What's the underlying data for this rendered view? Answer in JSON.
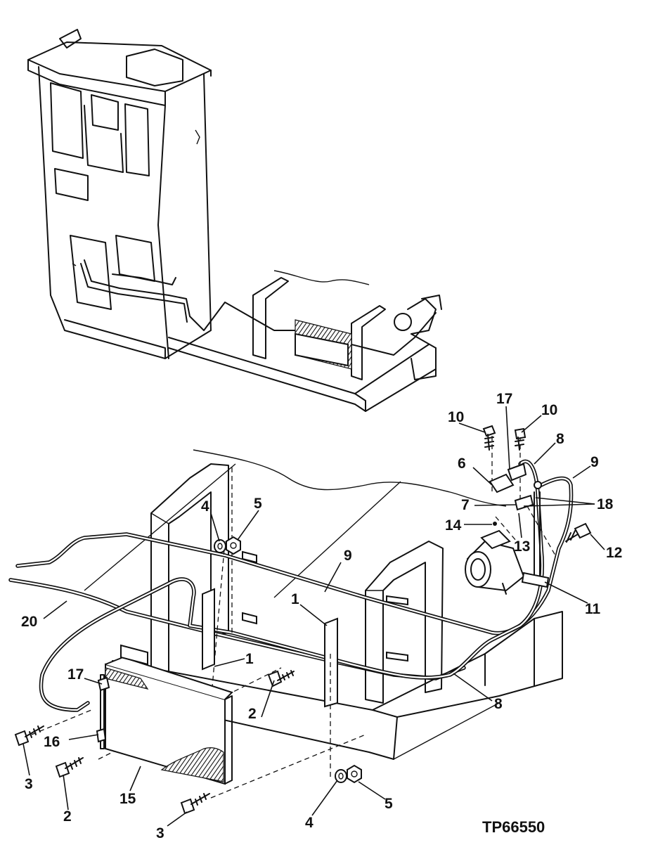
{
  "figure_code": "TP66550",
  "callouts": {
    "c1a": "1",
    "c1b": "1",
    "c2a": "2",
    "c2b": "2",
    "c3a": "3",
    "c3b": "3",
    "c4a": "4",
    "c4b": "4",
    "c5a": "5",
    "c5b": "5",
    "c6": "6",
    "c7": "7",
    "c8a": "8",
    "c8b": "8",
    "c9a": "9",
    "c9b": "9",
    "c10a": "10",
    "c10b": "10",
    "c11": "11",
    "c12": "12",
    "c13": "13",
    "c14": "14",
    "c15": "15",
    "c16": "16",
    "c17a": "17",
    "c17b": "17",
    "c18": "18",
    "c20": "20"
  }
}
